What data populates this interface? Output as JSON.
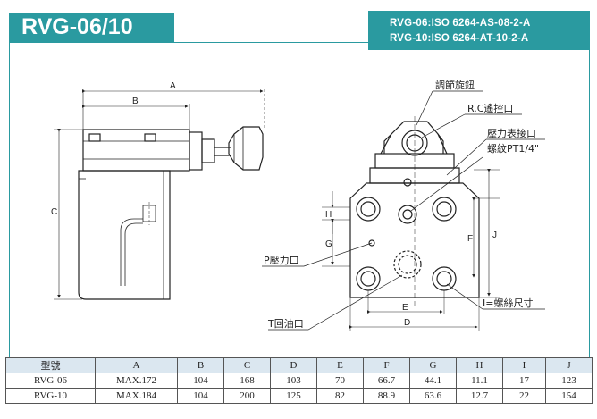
{
  "header": {
    "title": "RVG-06/10",
    "iso_lines": [
      "RVG-06:ISO 6264-AS-08-2-A",
      "RVG-10:ISO 6264-AT-10-2-A"
    ]
  },
  "drawing": {
    "callouts": {
      "adjust_knob": "調節旋鈕",
      "remote_port": "R.C遙控口",
      "gauge_port": "壓力表接口",
      "gauge_thread": "螺紋PT1/4\"",
      "p_port": "P壓力口",
      "t_port": "T回油口",
      "bolt_size": "I=螺絲尺寸"
    },
    "dims": {
      "A": "A",
      "B": "B",
      "C": "C",
      "D": "D",
      "E": "E",
      "F": "F",
      "G": "G",
      "H": "H",
      "J": "J"
    }
  },
  "spec_table": {
    "headers": [
      "型號",
      "A",
      "B",
      "C",
      "D",
      "E",
      "F",
      "G",
      "H",
      "I",
      "J"
    ],
    "rows": [
      [
        "RVG-06",
        "MAX.172",
        "104",
        "168",
        "103",
        "70",
        "66.7",
        "44.1",
        "11.1",
        "17",
        "123"
      ],
      [
        "RVG-10",
        "MAX.184",
        "104",
        "200",
        "125",
        "82",
        "88.9",
        "63.6",
        "12.7",
        "22",
        "154"
      ]
    ]
  }
}
